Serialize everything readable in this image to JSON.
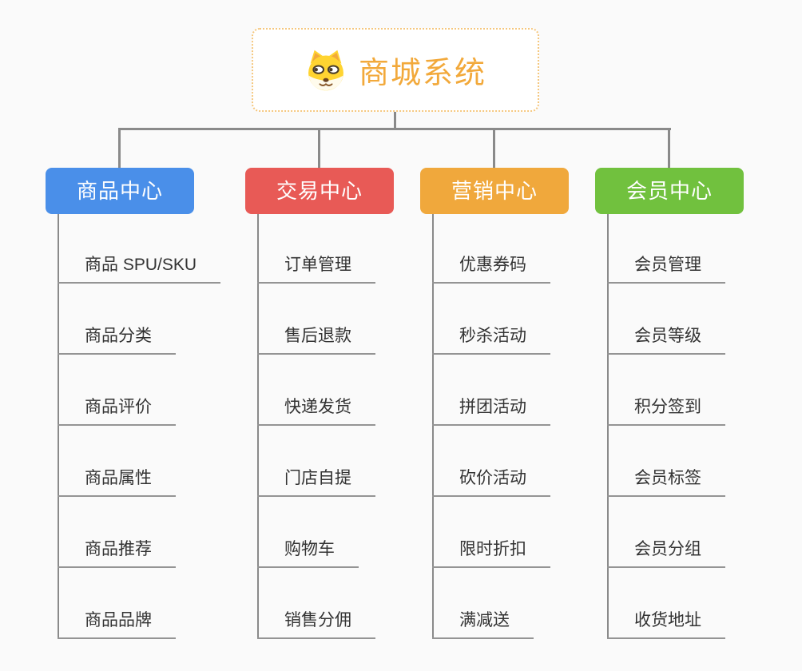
{
  "page": {
    "background_color": "#fafafa",
    "connector_color": "#8a8a8a",
    "underline_color": "#949494",
    "child_text_color": "#333333"
  },
  "root": {
    "title": "商城系统",
    "icon": "doge-face-icon",
    "text_color": "#f2a93b",
    "border_color": "#f5c77e",
    "background": "#ffffff"
  },
  "branches": [
    {
      "name": "product-center",
      "label": "商品中心",
      "color": "#4a8fe9",
      "children": [
        "商品 SPU/SKU",
        "商品分类",
        "商品评价",
        "商品属性",
        "商品推荐",
        "商品品牌"
      ]
    },
    {
      "name": "trade-center",
      "label": "交易中心",
      "color": "#e85a56",
      "children": [
        "订单管理",
        "售后退款",
        "快递发货",
        "门店自提",
        "购物车",
        "销售分佣"
      ]
    },
    {
      "name": "marketing-center",
      "label": "营销中心",
      "color": "#f0a83c",
      "children": [
        "优惠券码",
        "秒杀活动",
        "拼团活动",
        "砍价活动",
        "限时折扣",
        "满减送"
      ]
    },
    {
      "name": "member-center",
      "label": "会员中心",
      "color": "#71c13e",
      "children": [
        "会员管理",
        "会员等级",
        "积分签到",
        "会员标签",
        "会员分组",
        "收货地址"
      ]
    }
  ]
}
